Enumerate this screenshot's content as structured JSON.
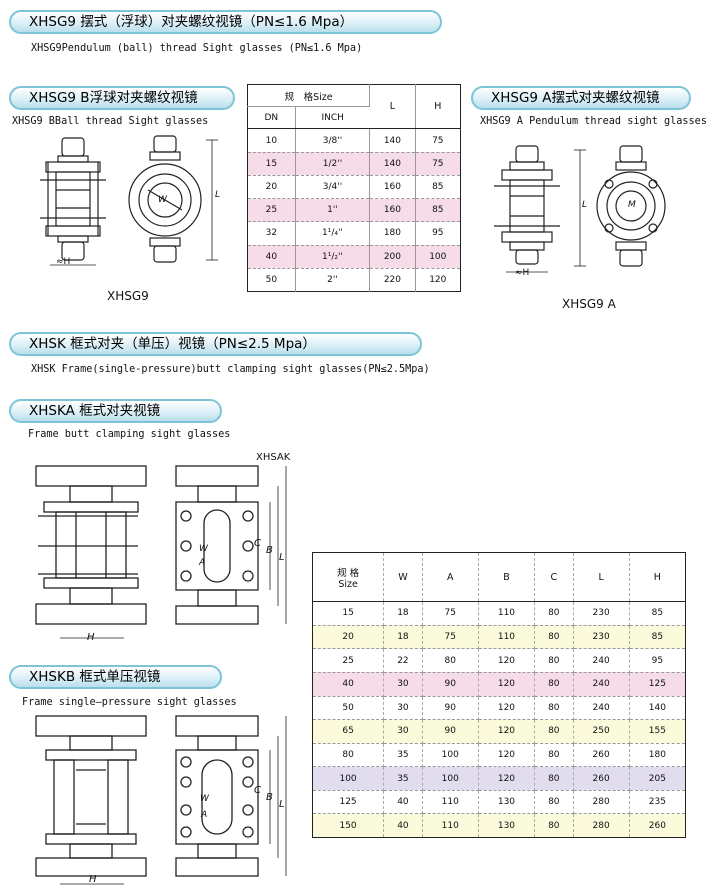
{
  "s1": {
    "title": "XHSG9 摆式（浮球）对夹螺纹视镜（PN≤1.6 Mpa）",
    "subtitle": "XHSG9Pendulum (ball) thread Sight glasses (PN≤1.6 Mpa)"
  },
  "s1b": {
    "title": "XHSG9 B浮球对夹螺纹视镜",
    "subtitle": "XHSG9 BBall thread Sight glasses",
    "caption": "XHSG9",
    "dim_h": "≈H",
    "dim_l": "L",
    "w": "W"
  },
  "s1a": {
    "title": "XHSG9 A摆式对夹螺纹视镜",
    "subtitle": "XHSG9 A Pendulum thread sight glasses",
    "caption": "XHSG9 A",
    "dim_h": "≈H",
    "dim_l": "L",
    "m": "M"
  },
  "table1": {
    "h_size": "规　格Size",
    "h_dn": "DN",
    "h_inch": "INCH",
    "h_l": "L",
    "h_h": "H",
    "rows": [
      {
        "dn": "10",
        "inch": "3/8''",
        "l": "140",
        "h": "75",
        "hl": false
      },
      {
        "dn": "15",
        "inch": "1/2''",
        "l": "140",
        "h": "75",
        "hl": true
      },
      {
        "dn": "20",
        "inch": "3/4''",
        "l": "160",
        "h": "85",
        "hl": false
      },
      {
        "dn": "25",
        "inch": "1''",
        "l": "160",
        "h": "85",
        "hl": true
      },
      {
        "dn": "32",
        "inch": "1¹/₄''",
        "l": "180",
        "h": "95",
        "hl": false
      },
      {
        "dn": "40",
        "inch": "1¹/₂''",
        "l": "200",
        "h": "100",
        "hl": true
      },
      {
        "dn": "50",
        "inch": "2''",
        "l": "220",
        "h": "120",
        "hl": false
      }
    ]
  },
  "s2": {
    "title": "XHSK 框式对夹（单压）视镜（PN≤2.5 Mpa）",
    "subtitle": "XHSK Frame(single-pressure)butt clamping sight glasses(PN≤2.5Mpa)"
  },
  "s2a": {
    "title": "XHSKA 框式对夹视镜",
    "subtitle": "Frame butt clamping sight glasses",
    "label": "XHSAK",
    "dim_h": "H",
    "c": "C",
    "b": "B",
    "l": "L",
    "w": "W",
    "a": "A"
  },
  "s2b": {
    "title": "XHSKB 框式单压视镜",
    "subtitle": "Frame single—pressure sight glasses",
    "dim_h": "H",
    "c": "C",
    "b": "B",
    "l": "L",
    "w": "W",
    "a": "A"
  },
  "table2": {
    "h_size1": "规 格",
    "h_size2": "Size",
    "h_w": "W",
    "h_a": "A",
    "h_b": "B",
    "h_c": "C",
    "h_l": "L",
    "h_h": "H",
    "rows": [
      {
        "size": "15",
        "w": "18",
        "a": "75",
        "b": "110",
        "c": "80",
        "l": "230",
        "h": "85",
        "bg": "#ffffff"
      },
      {
        "size": "20",
        "w": "18",
        "a": "75",
        "b": "110",
        "c": "80",
        "l": "230",
        "h": "85",
        "bg": "#fbfbdc"
      },
      {
        "size": "25",
        "w": "22",
        "a": "80",
        "b": "120",
        "c": "80",
        "l": "240",
        "h": "95",
        "bg": "#ffffff"
      },
      {
        "size": "40",
        "w": "30",
        "a": "90",
        "b": "120",
        "c": "80",
        "l": "240",
        "h": "125",
        "bg": "#f6dbe9"
      },
      {
        "size": "50",
        "w": "30",
        "a": "90",
        "b": "120",
        "c": "80",
        "l": "240",
        "h": "140",
        "bg": "#ffffff"
      },
      {
        "size": "65",
        "w": "30",
        "a": "90",
        "b": "120",
        "c": "80",
        "l": "250",
        "h": "155",
        "bg": "#fbfbdc"
      },
      {
        "size": "80",
        "w": "35",
        "a": "100",
        "b": "120",
        "c": "80",
        "l": "260",
        "h": "180",
        "bg": "#ffffff"
      },
      {
        "size": "100",
        "w": "35",
        "a": "100",
        "b": "120",
        "c": "80",
        "l": "260",
        "h": "205",
        "bg": "#e2dcef"
      },
      {
        "size": "125",
        "w": "40",
        "a": "110",
        "b": "130",
        "c": "80",
        "l": "280",
        "h": "235",
        "bg": "#ffffff"
      },
      {
        "size": "150",
        "w": "40",
        "a": "110",
        "b": "130",
        "c": "80",
        "l": "280",
        "h": "260",
        "bg": "#fbfbdc"
      }
    ]
  },
  "colors": {
    "pink": "#f6dbe9",
    "yellow": "#fbfbdc",
    "purple": "#e2dcef",
    "pill": "#b9dfec"
  }
}
